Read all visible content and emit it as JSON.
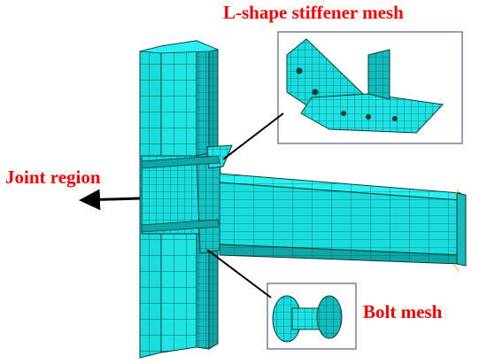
{
  "labels": {
    "stiffener_mesh": "L-shape stiffener mesh",
    "joint_region": "Joint region",
    "bolt_mesh": "Bolt mesh"
  },
  "colors": {
    "mesh_fill": "#19dcdc",
    "mesh_dark": "#0fa6a6",
    "mesh_line": "#0a3a3a",
    "label_text": "#ff0000",
    "inset_border": "#7a7f9a",
    "pointer": "#000000"
  }
}
